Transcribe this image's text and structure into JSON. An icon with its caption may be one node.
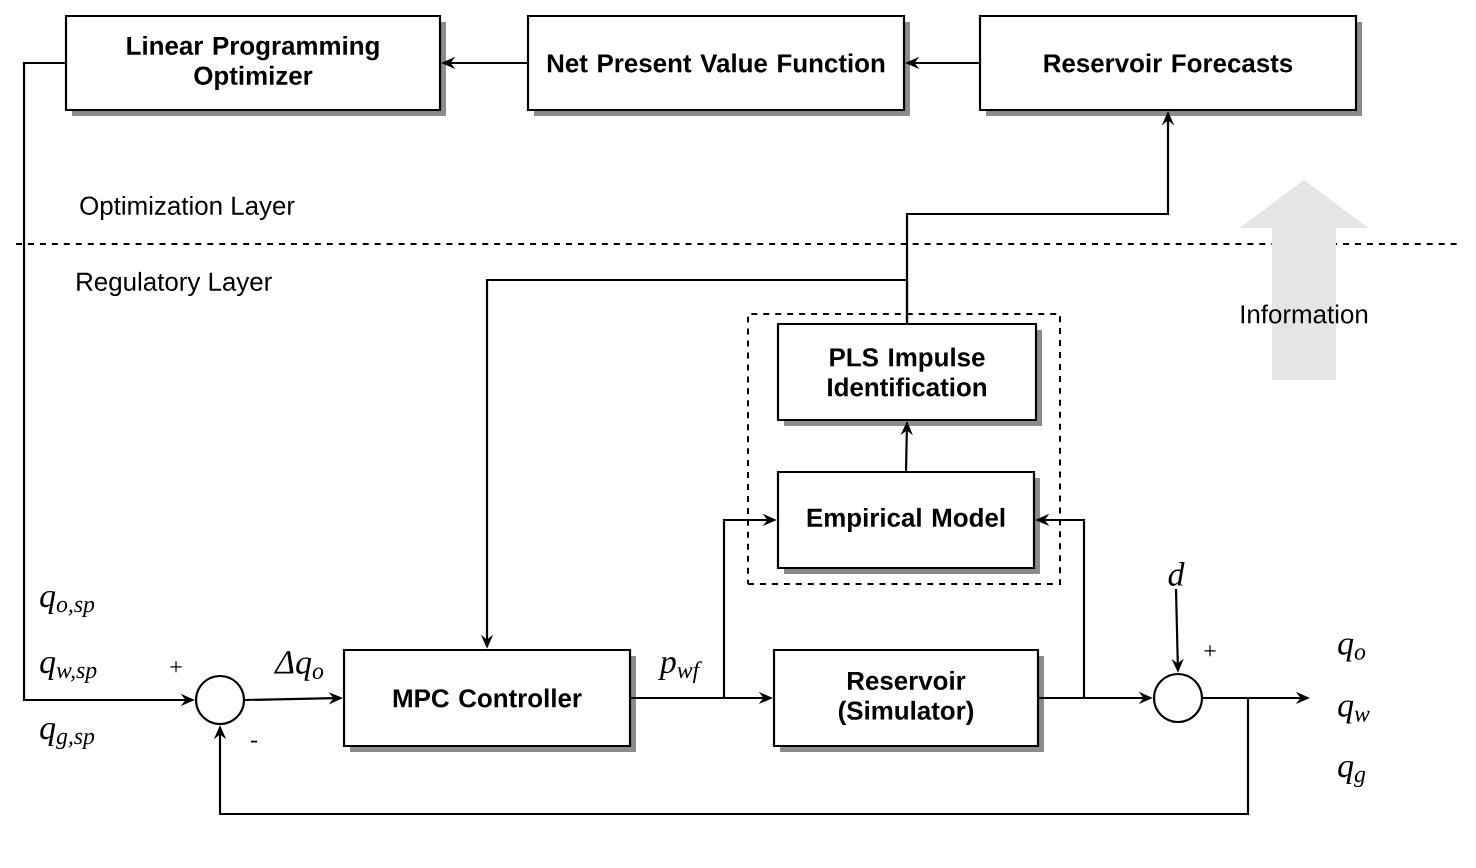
{
  "diagram": {
    "nodes": [
      {
        "text": [
          "Linear Programming Optimizer"
        ]
      },
      {
        "text": [
          "Net Present Value Function"
        ]
      },
      {
        "text": [
          "Reservoir Forecasts"
        ]
      },
      {
        "text": [],
        "shape": "box"
      },
      {
        "text": [
          "PLS Impulse Identification"
        ],
        "in": 3
      },
      {
        "text": [
          "Empirical Model"
        ],
        "in": 3
      },
      {
        "text": [],
        "shape": "circle"
      },
      {
        "text": [
          "MPC Controller"
        ]
      },
      {
        "text": [
          "Reservoir (Simulator)"
        ]
      },
      {
        "text": [],
        "shape": "circle"
      },
      {
        "text": [
          "d"
        ]
      }
    ],
    "edges": [
      {
        "from": 2,
        "to": 1,
        "arrow": "to"
      },
      {
        "from": 1,
        "to": 0,
        "arrow": "to"
      },
      {
        "from": 0,
        "to": 6,
        "arrow": "to"
      },
      {
        "from": 6,
        "to": 7,
        "arrow": "to",
        "label": "Δq$_{o}$"
      },
      {
        "from": 7,
        "to": 8,
        "arrow": "to",
        "label": "p$_{wf}$"
      },
      {
        "from": 7,
        "to": 5,
        "arrow": "to"
      },
      {
        "from": 8,
        "to": 9,
        "arrow": "to"
      },
      {
        "from": 8,
        "to": 5,
        "arrow": "to"
      },
      {
        "from": 5,
        "to": 4,
        "arrow": "to"
      },
      {
        "from": 4,
        "to": 2,
        "arrow": "to"
      },
      {
        "from": 4,
        "to": 7,
        "arrow": "to"
      },
      {
        "from": 10,
        "to": 9,
        "arrow": "to"
      },
      {
        "from": 9,
        "to": null,
        "arrow": "to"
      },
      {
        "from": 9,
        "to": 6,
        "arrow": "to"
      }
    ],
    "labels": [
      "Optimization Layer",
      "Regulatory Layer",
      "Information",
      "q$_{o,sp}$",
      "q$_{w,sp}$",
      "q$_{g,sp}$",
      "+",
      "-",
      "+",
      "q$_{o}$",
      "q$_{w}$",
      "q$_{g}$"
    ]
  }
}
